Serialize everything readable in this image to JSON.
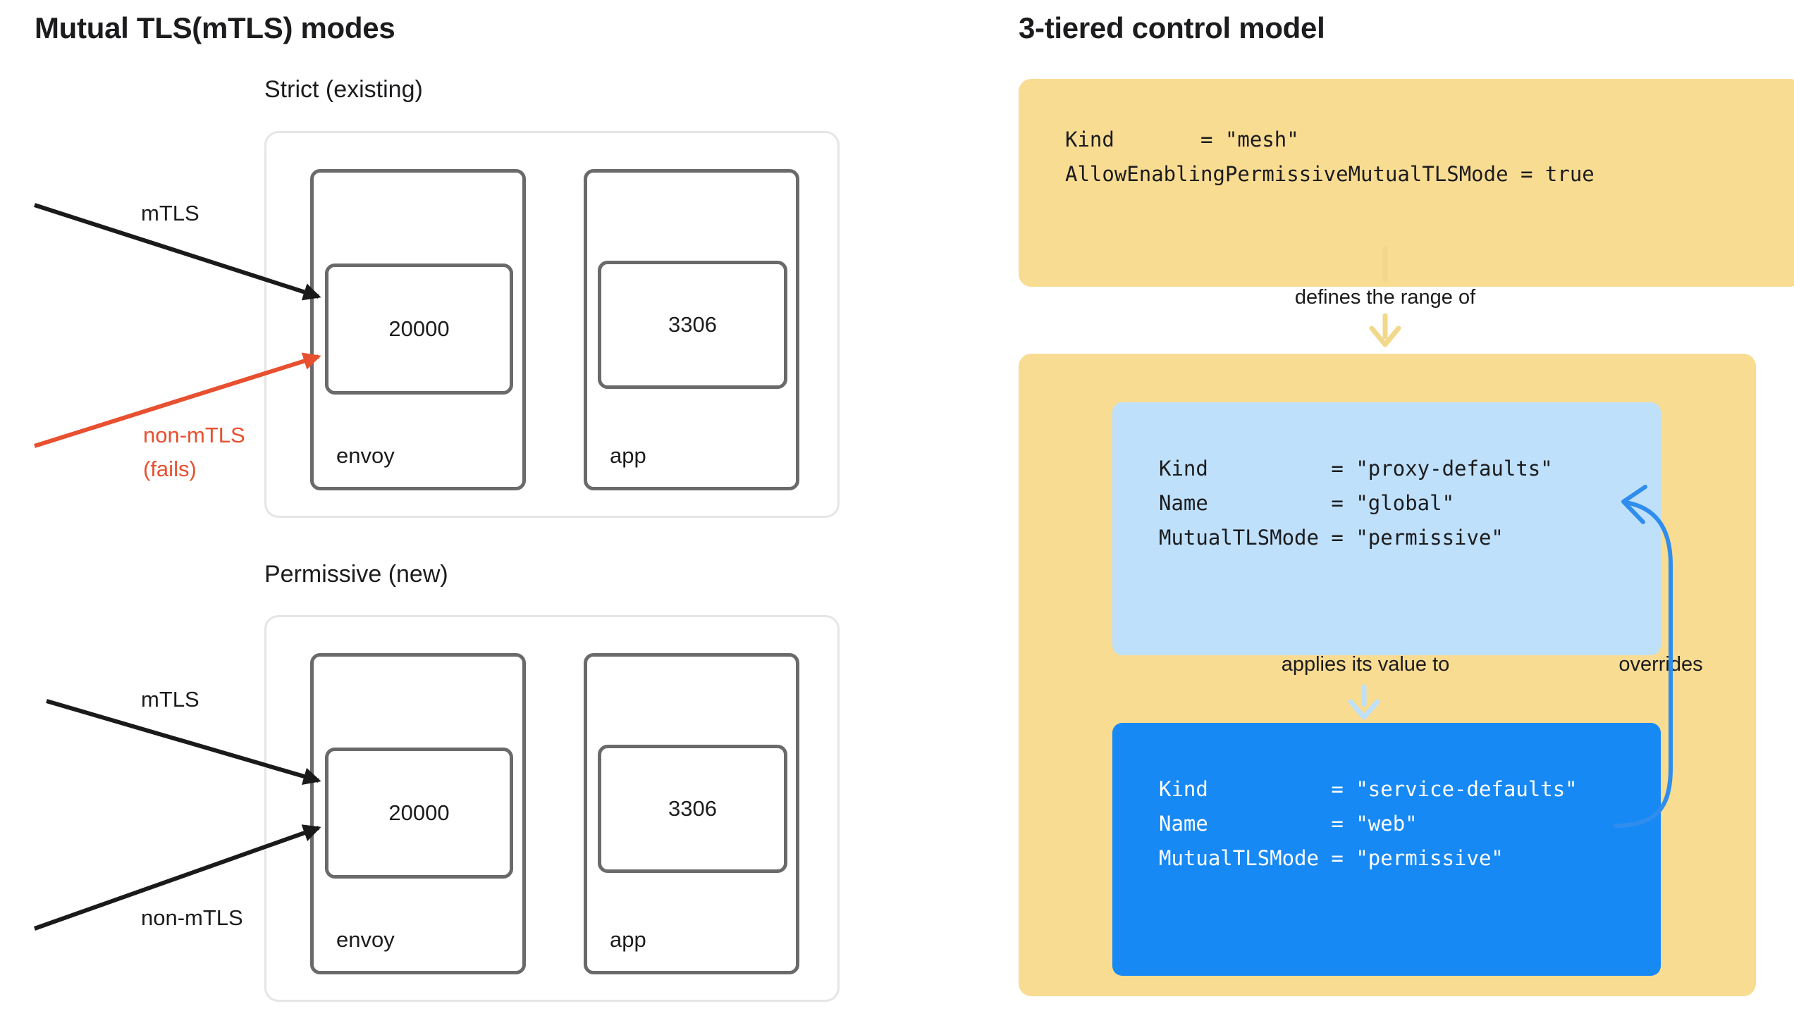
{
  "left": {
    "title": "Mutual TLS(mTLS) modes",
    "strict": {
      "heading": "Strict (existing)",
      "envoy_label": "envoy",
      "app_label": "app",
      "envoy_port": "20000",
      "app_port": "3306",
      "mtls_arrow_label": "mTLS",
      "non_mtls_arrow_label_line1": "non-mTLS",
      "non_mtls_arrow_label_line2": "(fails)"
    },
    "permissive": {
      "heading": "Permissive (new)",
      "envoy_label": "envoy",
      "app_label": "app",
      "envoy_port": "20000",
      "app_port": "3306",
      "mtls_arrow_label": "mTLS",
      "non_mtls_arrow_label": "non-mTLS"
    }
  },
  "right": {
    "title": "3-tiered control model",
    "mesh_box": {
      "line1": "Kind       = \"mesh\"",
      "line2": "AllowEnablingPermissiveMutualTLSMode = true"
    },
    "defines_label": "defines the range of",
    "proxy_box": {
      "line1": "Kind          = \"proxy-defaults\"",
      "line2": "Name          = \"global\"",
      "line3": "MutualTLSMode = \"permissive\""
    },
    "applies_label": "applies its value to",
    "overrides_label": "overrides",
    "service_box": {
      "line1": "Kind          = \"service-defaults\"",
      "line2": "Name          = \"web\"",
      "line3": "MutualTLSMode = \"permissive\""
    }
  },
  "colors": {
    "yellow_fill": "#F8DC92",
    "yellow_arrow": "#F2D88A",
    "light_blue_fill": "#BFE0FB",
    "blue_fill": "#1789F5",
    "override_arrow_blue": "#2F8DEE",
    "red": "#E8502F",
    "gray_box_border": "#6A6A6A",
    "panel_border": "#E5E5E5",
    "text": "#1C1C1E"
  }
}
